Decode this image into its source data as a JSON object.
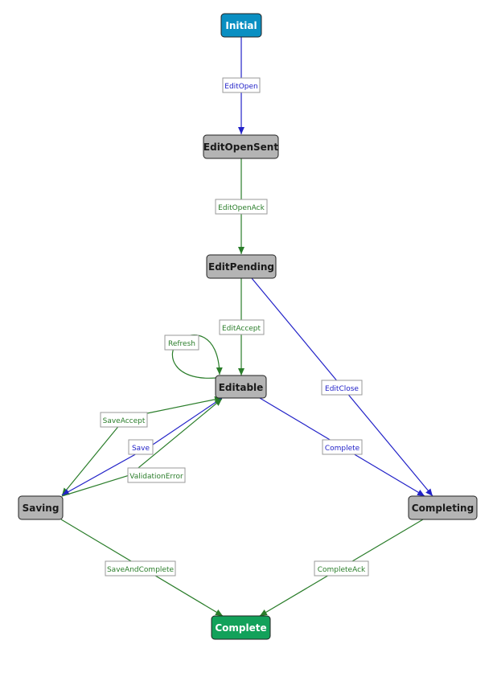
{
  "diagram": {
    "colors": {
      "initial_fill": "#0a8fc2",
      "state_fill": "#b4b4b4",
      "final_fill": "#12a15a",
      "node_border": "#222222",
      "edge_green": "#2a7d2a",
      "edge_blue": "#2222c8",
      "label_border": "#9a9a9a",
      "label_bg": "#ffffff"
    },
    "nodes": {
      "initial": {
        "label": "Initial",
        "kind": "initial"
      },
      "editopensent": {
        "label": "EditOpenSent",
        "kind": "state"
      },
      "editpending": {
        "label": "EditPending",
        "kind": "state"
      },
      "editable": {
        "label": "Editable",
        "kind": "state"
      },
      "saving": {
        "label": "Saving",
        "kind": "state"
      },
      "completing": {
        "label": "Completing",
        "kind": "state"
      },
      "complete": {
        "label": "Complete",
        "kind": "final"
      }
    },
    "edges": {
      "editopen": {
        "label": "EditOpen",
        "color": "blue"
      },
      "editopenack": {
        "label": "EditOpenAck",
        "color": "green"
      },
      "editaccept": {
        "label": "EditAccept",
        "color": "green"
      },
      "editclose": {
        "label": "EditClose",
        "color": "blue"
      },
      "refresh": {
        "label": "Refresh",
        "color": "green"
      },
      "saveaccept": {
        "label": "SaveAccept",
        "color": "green"
      },
      "save": {
        "label": "Save",
        "color": "blue"
      },
      "validationerror": {
        "label": "ValidationError",
        "color": "green"
      },
      "complete": {
        "label": "Complete",
        "color": "blue"
      },
      "saveandcomplete": {
        "label": "SaveAndComplete",
        "color": "green"
      },
      "completeack": {
        "label": "CompleteAck",
        "color": "green"
      }
    }
  }
}
